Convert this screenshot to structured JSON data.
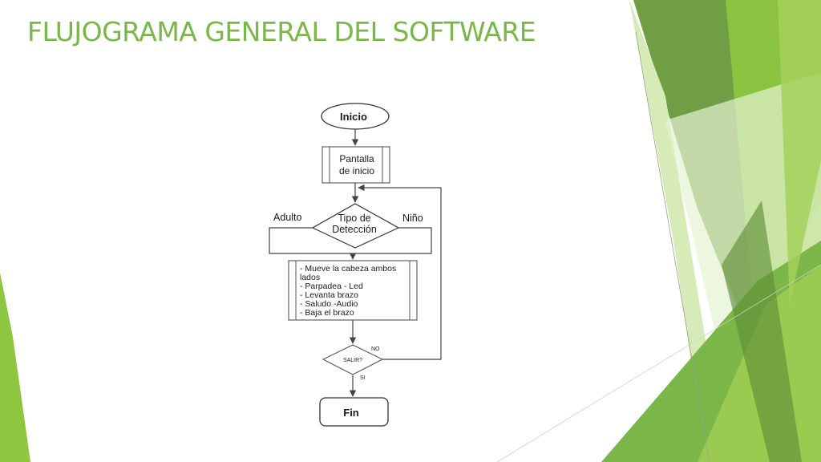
{
  "title": "FLUJOGRAMA GENERAL DEL SOFTWARE",
  "theme": {
    "title_color": "#7ab648",
    "green_dark": "#6a9a3f",
    "green_mid": "#8dc63f",
    "green_light": "#c5e09a",
    "line_color": "#444444"
  },
  "flowchart": {
    "start": "Inicio",
    "screen": [
      "Pantalla",
      "de inicio"
    ],
    "decision": [
      "Tipo de",
      "Detección"
    ],
    "branch_left": "Adulto",
    "branch_right": "Niño",
    "actions": [
      "- Mueve la cabeza ambos",
      "lados",
      "- Parpadea - Led",
      "- Levanta brazo",
      "- Saludo -Audio",
      "- Baja el brazo"
    ],
    "exit_decision": "SALIR?",
    "exit_no": "NO",
    "exit_yes": "SI",
    "end": "Fin"
  }
}
